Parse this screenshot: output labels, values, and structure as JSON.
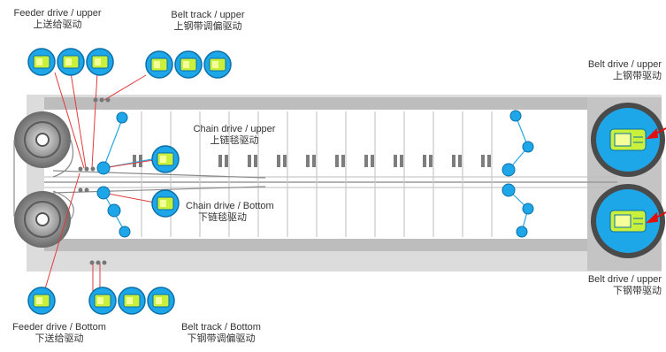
{
  "labels": {
    "feeder_upper": {
      "en": "Feeder drive / upper",
      "zh": "上送给驱动"
    },
    "belt_track_upper": {
      "en": "Belt track / upper",
      "zh": "上钢带调偏驱动"
    },
    "belt_drive_upper_right": {
      "en": "Belt drive / upper",
      "zh": "上钢带驱动"
    },
    "chain_upper": {
      "en": "Chain drive / upper",
      "zh": "上链毯驱动"
    },
    "chain_bottom": {
      "en": "Chain drive / Bottom",
      "zh": "下链毯驱动"
    },
    "belt_drive_lower_right": {
      "en": "Belt drive / upper",
      "zh": "下钢带驱动"
    },
    "feeder_bottom": {
      "en": "Feeder drive / Bottom",
      "zh": "下送给驱动"
    },
    "belt_track_bottom": {
      "en": "Belt track / Bottom",
      "zh": "下钢带调偏驱动"
    }
  },
  "colors": {
    "frame": "#b8b8b8",
    "roller_dark": "#808080",
    "motor_blue": "#1ea7e8",
    "motor_outline": "#0b6fa8",
    "motor_body": "#c9f03a",
    "wire_red": "#e23b3b",
    "wire_blue": "#27a6e0",
    "arrow_red": "#e01010"
  },
  "icons": {
    "motor": "motor-icon",
    "roller": "roller-icon",
    "tensioner": "tensioner-icon",
    "arrow": "arrow-icon"
  }
}
